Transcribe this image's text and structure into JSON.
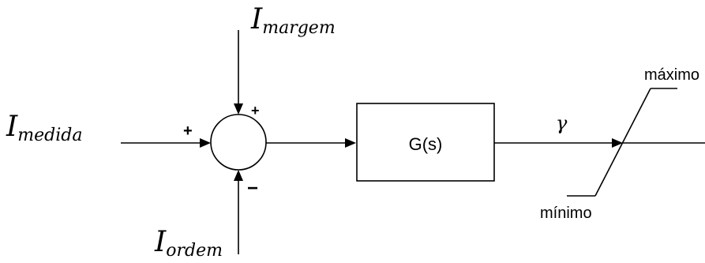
{
  "inputs": {
    "medida": {
      "symbol": "I",
      "subscript": "medida"
    },
    "margem": {
      "symbol": "I",
      "subscript": "margem"
    },
    "ordem": {
      "symbol": "I",
      "subscript": "ordem"
    }
  },
  "summing_junction": {
    "sign_left": "+",
    "sign_top": "+",
    "sign_bottom": "−"
  },
  "block": {
    "label": "G(s)"
  },
  "output": {
    "symbol": "γ"
  },
  "limiter": {
    "max_label": "máximo",
    "min_label": "mínimo"
  }
}
